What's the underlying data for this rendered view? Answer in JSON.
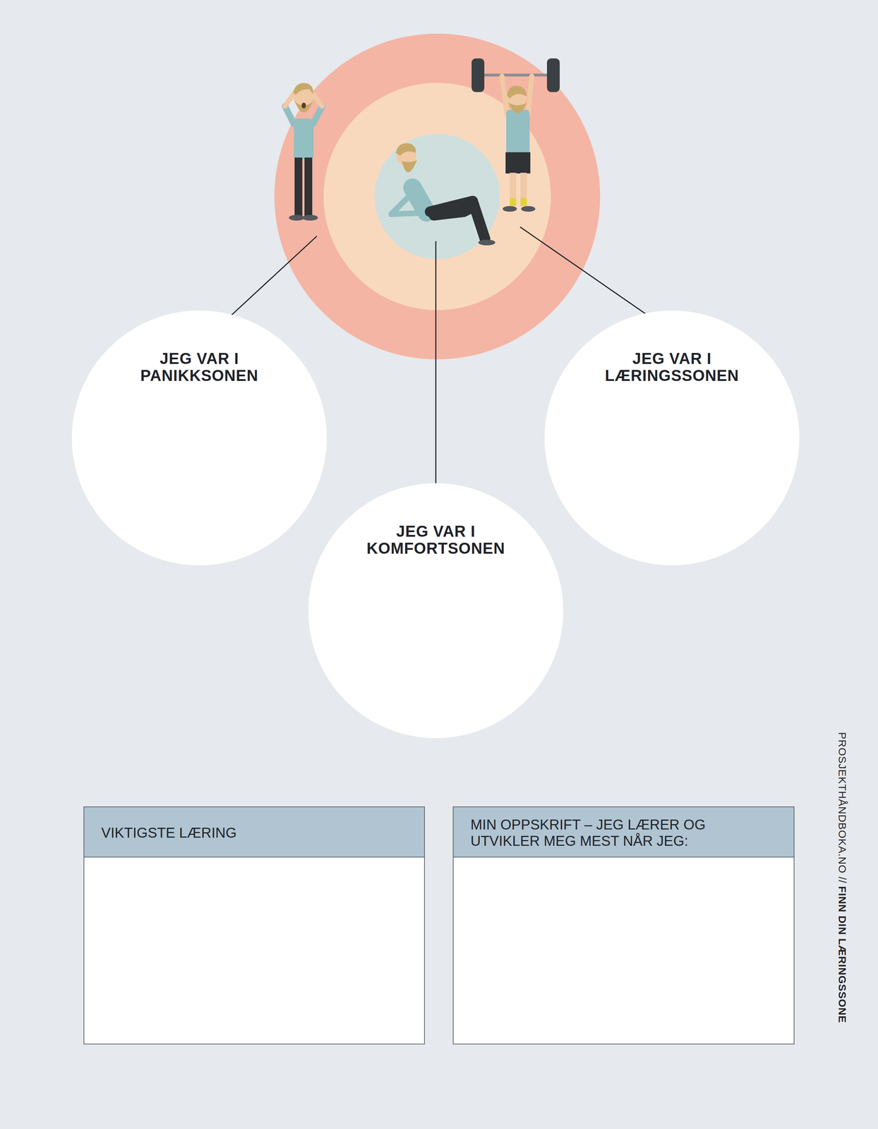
{
  "diagram": {
    "nodes": [
      {
        "text": [
          "JEG VAR I PANIKKSONEN"
        ]
      },
      {
        "text": [
          "JEG VAR I LÆRINGSSONEN"
        ]
      },
      {
        "text": [
          "JEG VAR I KOMFORTSONEN"
        ]
      },
      {
        "text": [
          "VIKTIGSTE LÆRING"
        ]
      },
      {
        "text": [
          "MIN OPPSKRIFT – JEG LÆRER OG UTVIKLER MEG MEST NÅR JEG:"
        ]
      }
    ],
    "edges": [],
    "labels": [
      "PROSJEKTHÅNDBOKA.NO //",
      "FINN DIN LÆRINGSSONE"
    ]
  }
}
